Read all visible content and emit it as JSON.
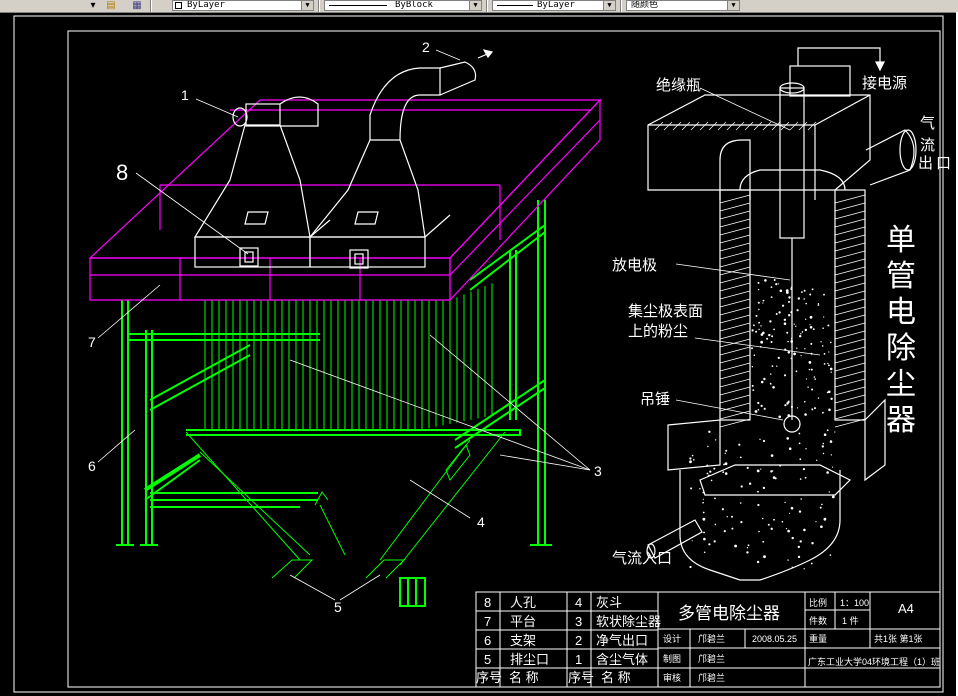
{
  "toolbar": {
    "layer_value": "ByLayer",
    "linetype_value": "ByBlock",
    "lineweight_value": "ByLayer",
    "color_value": "随颜色"
  },
  "callouts": {
    "c1": "1",
    "c2": "2",
    "c3": "3",
    "c4": "4",
    "c5": "5",
    "c6": "6",
    "c7": "7",
    "c8": "8"
  },
  "single_tube": {
    "title": "单管电除尘器",
    "label_insulator": "绝缘瓶",
    "label_power": "接电源",
    "label_gas_out": "气流出口",
    "label_discharge": "放电极",
    "label_dust_line1": "集尘极表面",
    "label_dust_line2": "上的粉尘",
    "label_weight": "吊锤",
    "label_gas_in": "气流入口"
  },
  "parts_table": {
    "rows": [
      {
        "n1": "8",
        "name1": "人孔",
        "n2": "4",
        "name2": "灰斗"
      },
      {
        "n1": "7",
        "name1": "平台",
        "n2": "3",
        "name2": "软状除尘器"
      },
      {
        "n1": "6",
        "name1": "支架",
        "n2": "2",
        "name2": "净气出口"
      },
      {
        "n1": "5",
        "name1": "排尘口",
        "n2": "1",
        "name2": "含尘气体"
      }
    ],
    "head_no": "序号",
    "head_name": "名 称"
  },
  "title_block": {
    "drawing_title": "多管电除尘器",
    "scale_label": "比例",
    "scale_value": "1：100",
    "count_label": "件数",
    "count_value": "1 件",
    "weight_label": "重量",
    "sheet_size": "A4",
    "sheets": "共1张  第1张",
    "design_label": "设计",
    "draw_label": "制图",
    "review_label": "审核",
    "designer": "邝碧兰",
    "drafter": "邝碧兰",
    "reviewer": "邝碧兰",
    "date": "2008.05.25",
    "school": "广东工业大学04环境工程（1）班"
  },
  "colors": {
    "background": "#000000",
    "frame": "#ffffff",
    "structure_green": "#00ff00",
    "platform_magenta": "#ff00ff"
  }
}
